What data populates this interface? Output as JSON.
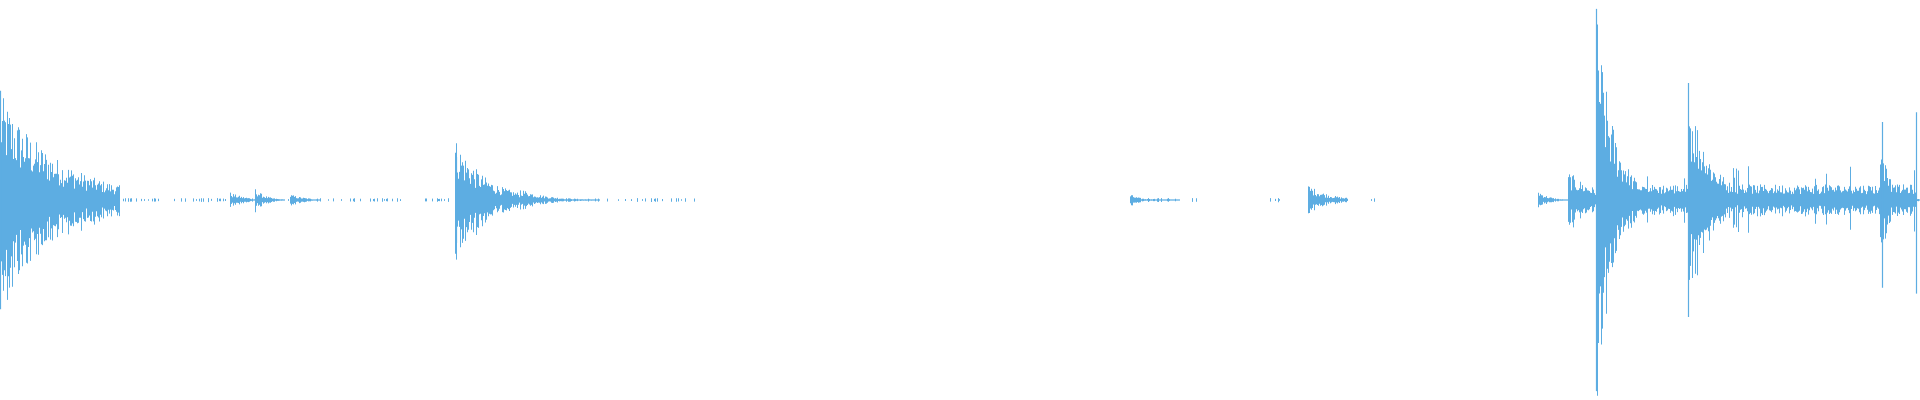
{
  "waveform": {
    "color": "#5dade2",
    "background": "#ffffff",
    "duration_units": 1920,
    "bursts": [
      {
        "start": 0,
        "peak": 0.55,
        "decay": 60,
        "length": 120
      },
      {
        "start": 70,
        "peak": 0.05,
        "decay": 20,
        "length": 50
      },
      {
        "start": 230,
        "peak": 0.04,
        "decay": 15,
        "length": 40
      },
      {
        "start": 255,
        "peak": 0.06,
        "decay": 10,
        "length": 30
      },
      {
        "start": 290,
        "peak": 0.03,
        "decay": 15,
        "length": 30
      },
      {
        "start": 455,
        "peak": 0.32,
        "decay": 30,
        "length": 80
      },
      {
        "start": 520,
        "peak": 0.06,
        "decay": 25,
        "length": 80
      },
      {
        "start": 1130,
        "peak": 0.03,
        "decay": 10,
        "length": 50
      },
      {
        "start": 1308,
        "peak": 0.08,
        "decay": 20,
        "length": 40
      },
      {
        "start": 1538,
        "peak": 0.05,
        "decay": 10,
        "length": 30
      },
      {
        "start": 1568,
        "peak": 0.15,
        "decay": 30,
        "length": 60
      },
      {
        "start": 1596,
        "peak": 0.98,
        "decay": 18,
        "length": 90
      },
      {
        "start": 1688,
        "peak": 0.6,
        "decay": 22,
        "length": 230
      },
      {
        "start": 1880,
        "peak": 0.3,
        "decay": 10,
        "length": 40
      }
    ],
    "spikes": [
      {
        "pos": 1596,
        "up": 0.98,
        "down": 0.98
      },
      {
        "pos": 1688,
        "up": 0.6,
        "down": 0.6
      },
      {
        "pos": 1882,
        "up": 0.4,
        "down": 0.45
      },
      {
        "pos": 1916,
        "up": 0.45,
        "down": 0.48
      },
      {
        "pos": 0,
        "up": 0.56,
        "down": 0.56
      },
      {
        "pos": 456,
        "up": 0.22,
        "down": 0.22
      }
    ]
  }
}
